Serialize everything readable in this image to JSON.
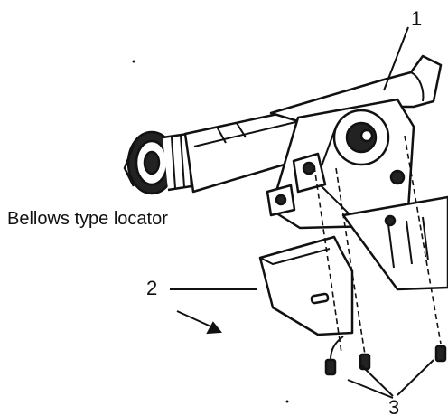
{
  "labels": {
    "callout_1": "1",
    "callout_2": "2",
    "callout_3": "3",
    "caption": "Bellows type locator"
  },
  "colors": {
    "ink": "#111111",
    "background": "#ffffff"
  }
}
